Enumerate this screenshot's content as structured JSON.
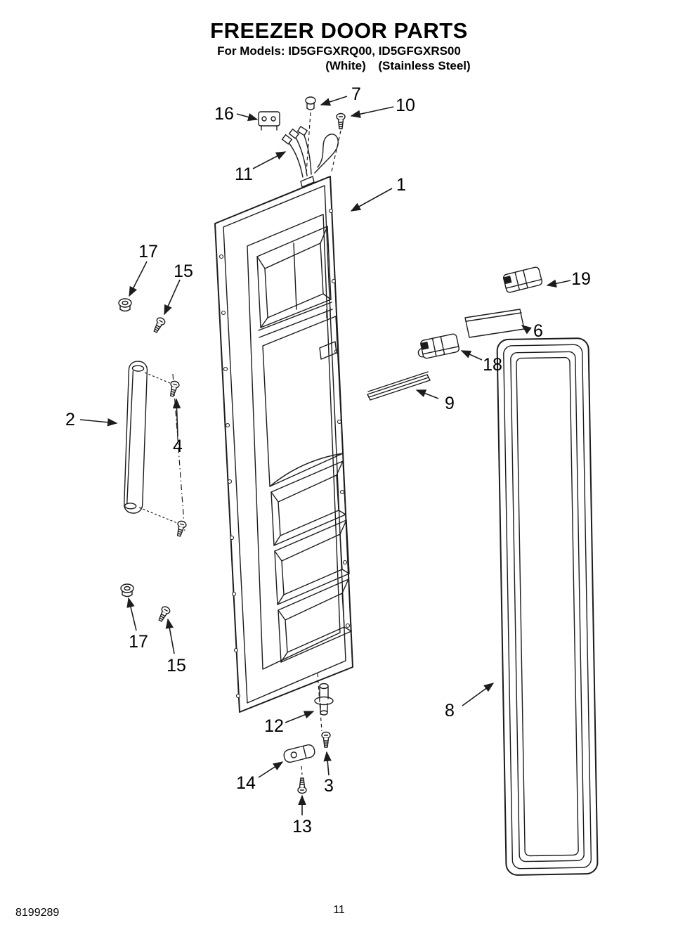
{
  "header": {
    "title": "FREEZER DOOR PARTS",
    "models": "For Models: ID5GFGXRQ00, ID5GFGXRS00",
    "finish_white": "(White)",
    "finish_steel": "(Stainless Steel)"
  },
  "footer": {
    "doc_number": "8199289",
    "page_number": "11"
  },
  "part_labels": {
    "1": "1",
    "2": "2",
    "3": "3",
    "4": "4",
    "6": "6",
    "7": "7",
    "8": "8",
    "9": "9",
    "10": "10",
    "11": "11",
    "12": "12",
    "13": "13",
    "14": "14",
    "15": "15",
    "16": "16",
    "17": "17",
    "18": "18",
    "19": "19"
  }
}
